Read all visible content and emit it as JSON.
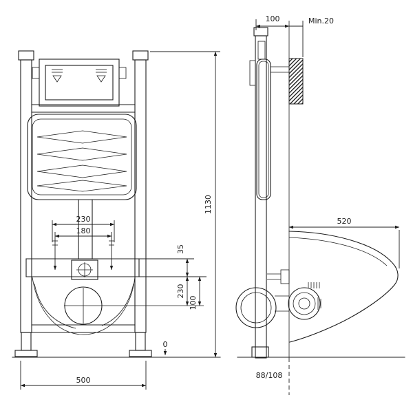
{
  "colors": {
    "line": "#1c1c1c",
    "background": "#ffffff",
    "wall_hatch": "#111111"
  },
  "front_view": {
    "dim_width": "500",
    "dim_height": "1130",
    "dim_tank_width": "230",
    "dim_bolt_spacing": "180",
    "dim_bracket": "35",
    "dim_outlet_drop": "230",
    "dim_outlet_height": "100",
    "floor_level": "0"
  },
  "side_view": {
    "dim_depth": "100",
    "dim_min_clearance": "Min.20",
    "dim_bowl_depth": "520",
    "dim_outlet_pipe": "88/108"
  }
}
